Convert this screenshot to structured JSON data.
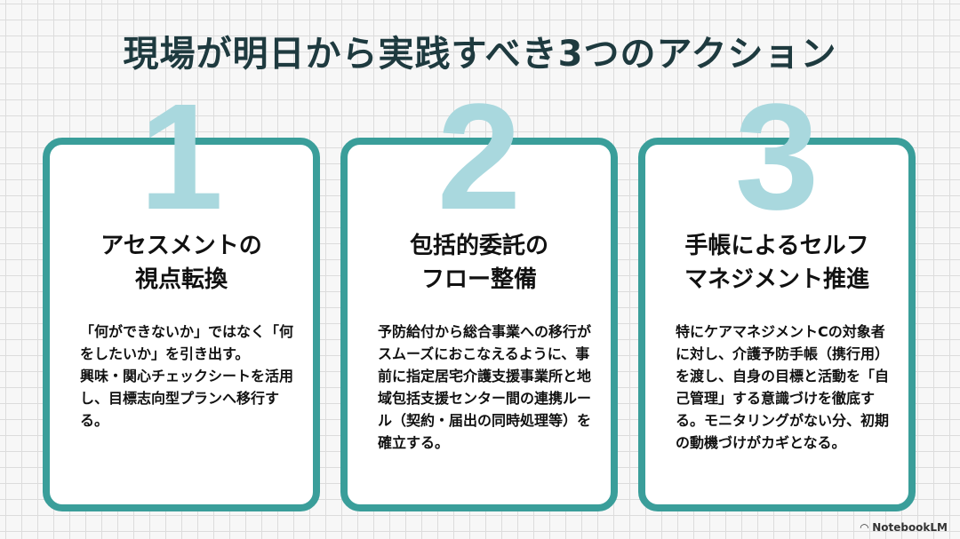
{
  "title": "現場が明日から実践すべき3つのアクション",
  "cards": [
    {
      "number": "1",
      "heading": "アセスメントの\n視点転換",
      "body": "「何ができないか」ではなく「何をしたいか」を引き出す。\n興味・関心チェックシートを活用し、目標志向型プランへ移行する。"
    },
    {
      "number": "2",
      "heading": "包括的委託の\nフロー整備",
      "body": "予防給付から総合事業への移行がスムーズにおこなえるように、事前に指定居宅介護支援事業所と地域包括支援センター間の連携ルール（契約・届出の同時処理等）を確立する。"
    },
    {
      "number": "3",
      "heading": "手帳によるセルフ\nマネジメント推進",
      "body": "特にケアマネジメントCの対象者に対し、介護予防手帳（携行用）を渡し、自身の目標と活動を「自己管理」する意識づけを徹底する。モニタリングがない分、初期の動機づけがカギとなる。"
    }
  ],
  "brand": "NotebookLM",
  "colors": {
    "border": "#3a9e9a",
    "number": "#a9d8de",
    "title": "#1e3a3f"
  }
}
